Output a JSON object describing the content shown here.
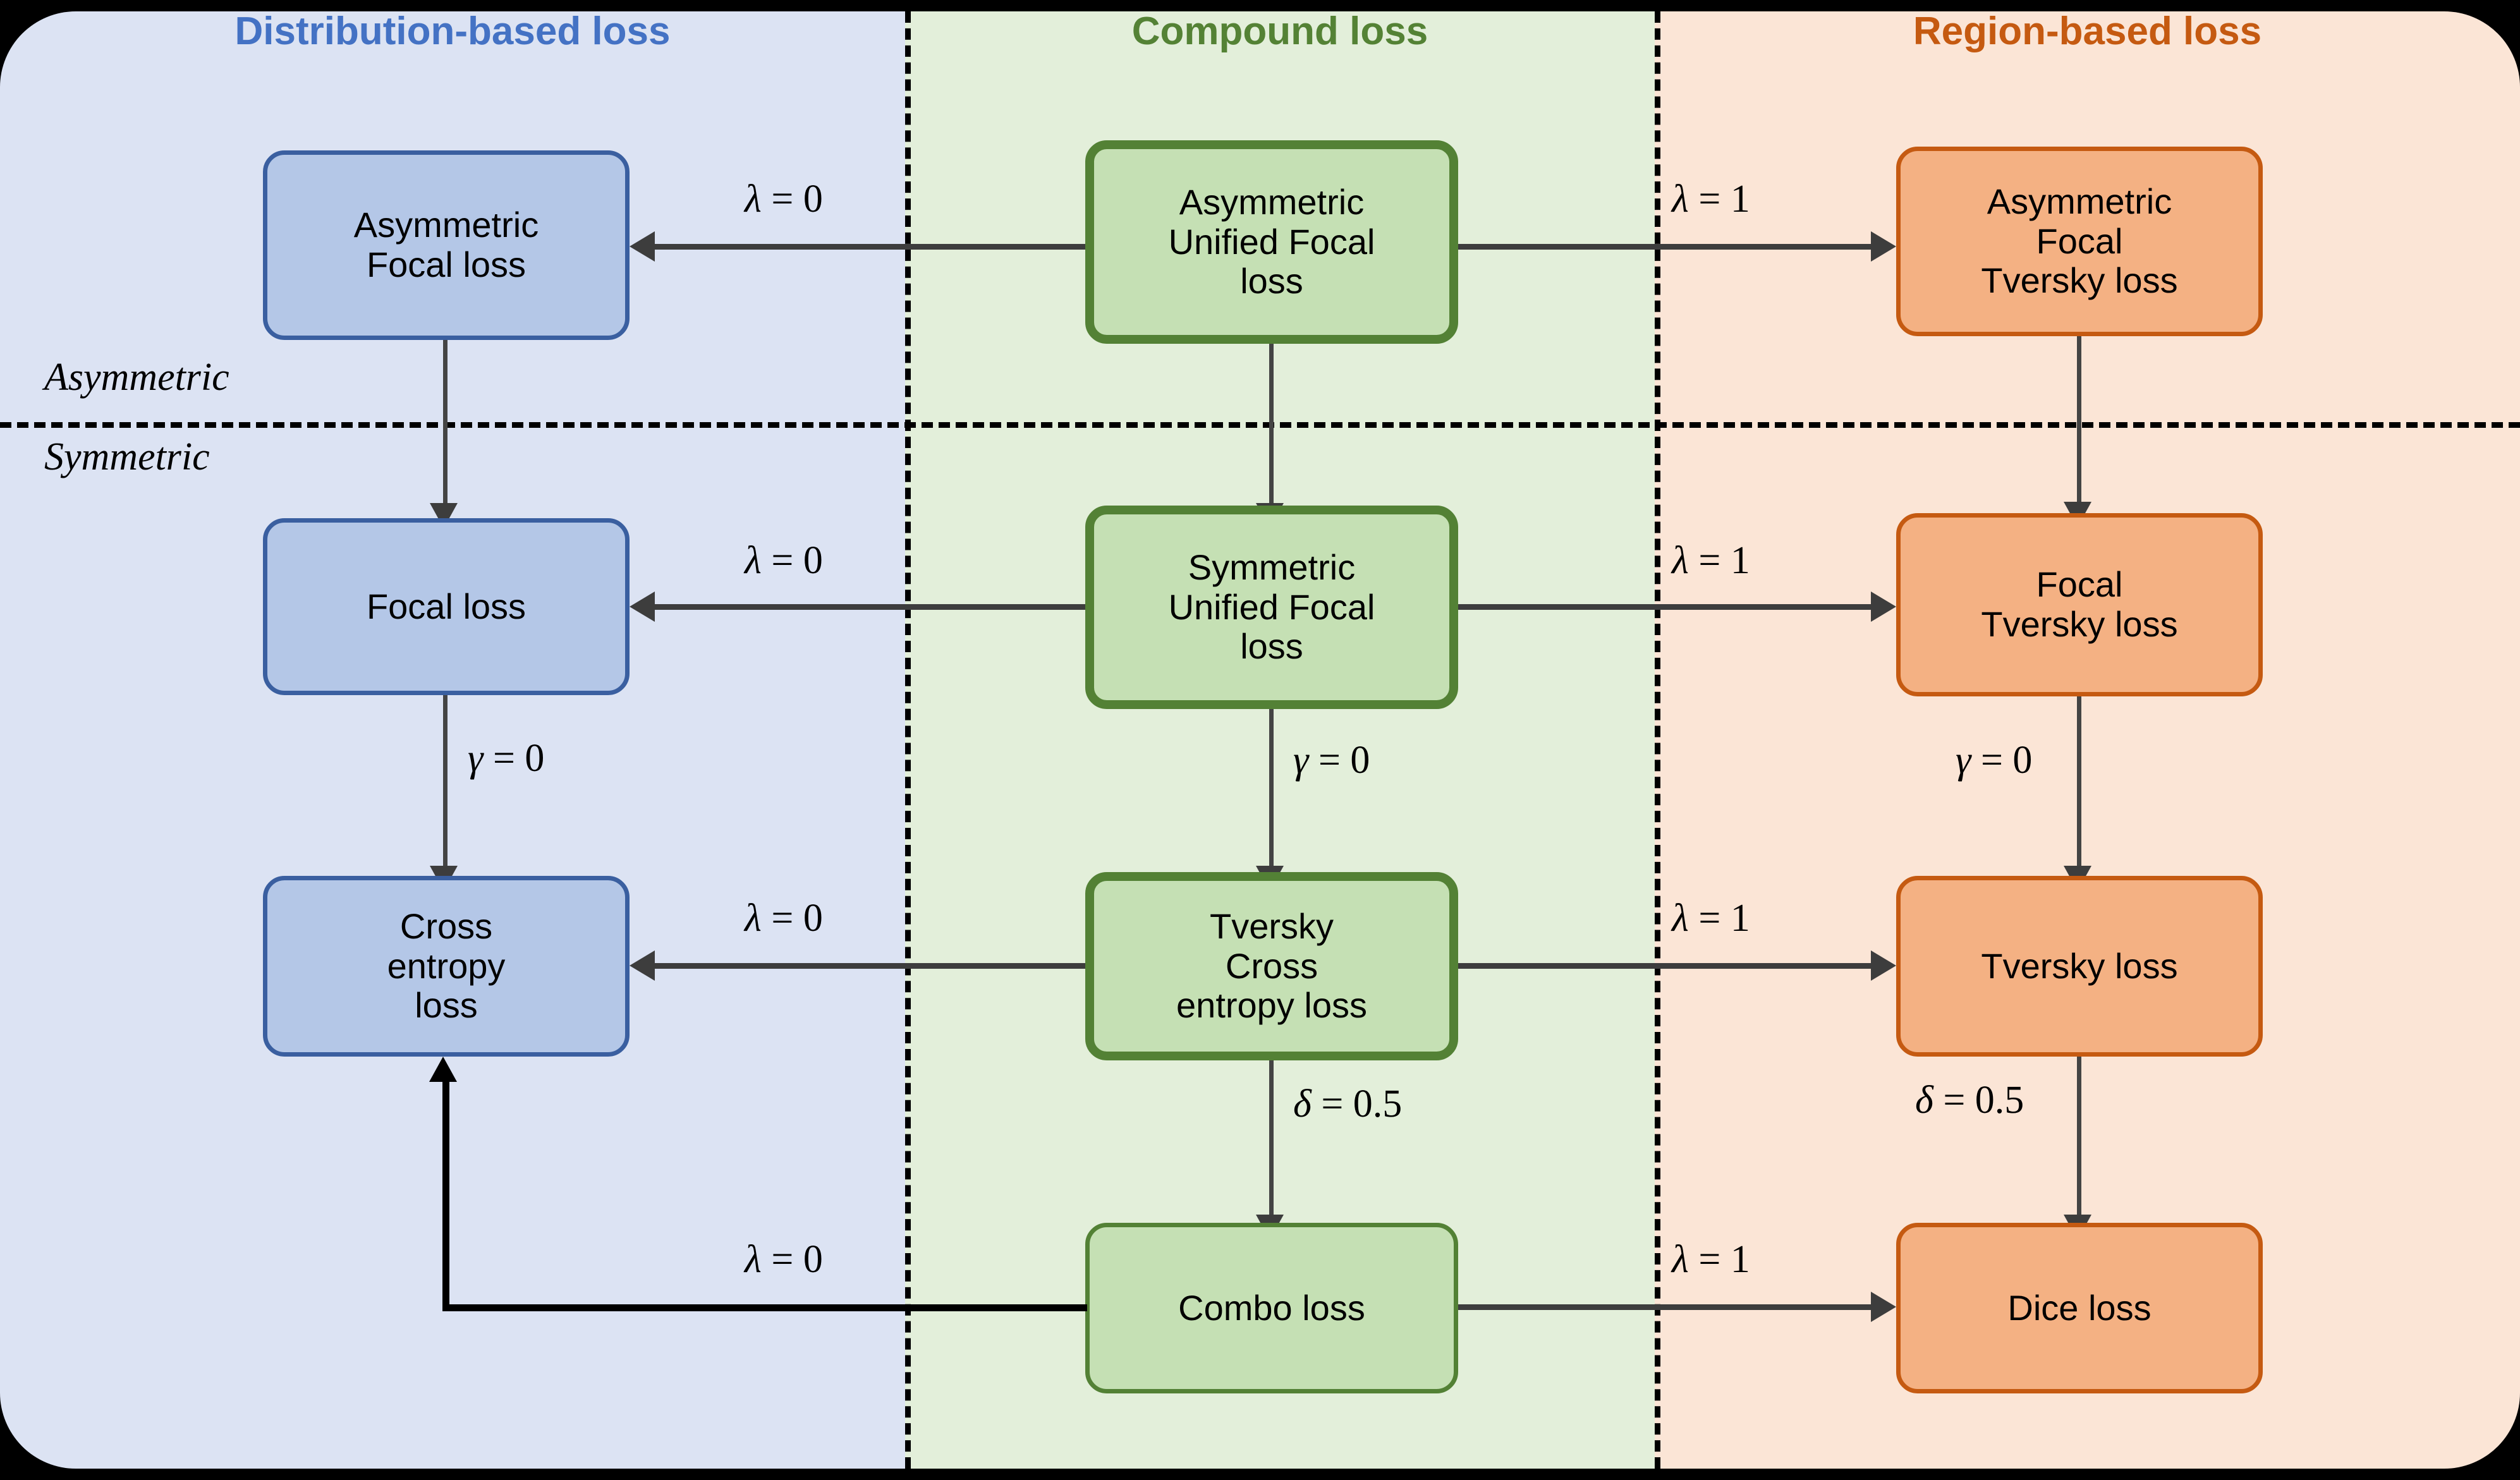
{
  "columns": [
    {
      "id": "distribution",
      "title": "Distribution-based loss",
      "color": "#4472c4",
      "panel_bg": "#dce3f3"
    },
    {
      "id": "compound",
      "title": "Compound loss",
      "color": "#548235",
      "panel_bg": "#e3efda"
    },
    {
      "id": "region",
      "title": "Region-based loss",
      "color": "#c55a11",
      "panel_bg": "#fbe5d6"
    }
  ],
  "symmetry_labels": {
    "asymmetric": "Asymmetric",
    "symmetric": "Symmetric"
  },
  "nodes": {
    "asym_focal": {
      "line1": "Asymmetric",
      "line2": "Focal loss"
    },
    "asym_unified_focal": {
      "line1": "Asymmetric",
      "line2": "Unified Focal",
      "line3": "loss"
    },
    "asym_focal_tversky": {
      "line1": "Asymmetric",
      "line2": "Focal",
      "line3": "Tversky loss"
    },
    "focal": {
      "line1": "Focal loss"
    },
    "sym_unified_focal": {
      "line1": "Symmetric",
      "line2": "Unified Focal",
      "line3": "loss"
    },
    "focal_tversky": {
      "line1": "Focal",
      "line2": "Tversky loss"
    },
    "cross_entropy": {
      "line1": "Cross",
      "line2": "entropy",
      "line3": "loss"
    },
    "tversky_cross_entropy": {
      "line1": "Tversky",
      "line2": "Cross",
      "line3": "entropy loss"
    },
    "tversky": {
      "line1": "Tversky loss"
    },
    "combo": {
      "line1": "Combo loss"
    },
    "dice": {
      "line1": "Dice loss"
    }
  },
  "edge_labels": {
    "lambda0_row1": {
      "sym": "λ",
      "rel": " = ",
      "val": "0"
    },
    "lambda1_row1": {
      "sym": "λ",
      "rel": " = ",
      "val": "1"
    },
    "lambda0_row2": {
      "sym": "λ",
      "rel": " = ",
      "val": "0"
    },
    "lambda1_row2": {
      "sym": "λ",
      "rel": " = ",
      "val": "1"
    },
    "lambda0_row3": {
      "sym": "λ",
      "rel": " = ",
      "val": "0"
    },
    "lambda1_row3": {
      "sym": "λ",
      "rel": " = ",
      "val": "1"
    },
    "lambda0_row4": {
      "sym": "λ",
      "rel": " = ",
      "val": "0"
    },
    "lambda1_row4": {
      "sym": "λ",
      "rel": " = ",
      "val": "1"
    },
    "gamma0_left": {
      "sym": "γ",
      "rel": " = ",
      "val": "0"
    },
    "gamma0_mid": {
      "sym": "γ",
      "rel": " = ",
      "val": "0"
    },
    "gamma0_right": {
      "sym": "γ",
      "rel": " = ",
      "val": "0"
    },
    "delta05_mid": {
      "sym": "δ",
      "rel": " = ",
      "val": "0.5"
    },
    "delta05_right": {
      "sym": "δ",
      "rel": " = ",
      "val": "0.5"
    }
  }
}
